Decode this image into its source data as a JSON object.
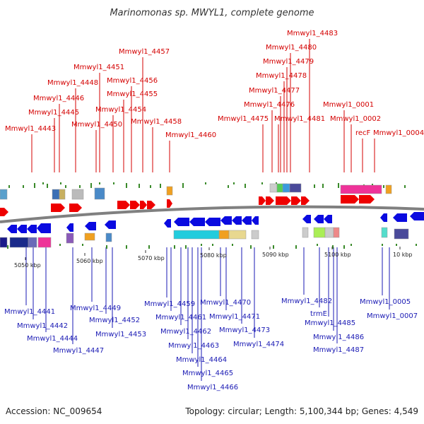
{
  "title": "Marinomonas sp. MWYL1, complete genome",
  "colors": {
    "label_top": "#d40000",
    "label_bottom": "#1a1ab4",
    "gene_forward": "#ee0000",
    "gene_reverse": "#0a0ae0",
    "backbone": "#808080",
    "gc_tick": "#3a8a2a"
  },
  "top_labels": [
    {
      "text": "Mmwyl1_4483"
    },
    {
      "text": "Mmwyl1_4480"
    },
    {
      "text": "Mmwyl1_4457"
    },
    {
      "text": "Mmwyl1_4479"
    },
    {
      "text": "Mmwyl1_4451"
    },
    {
      "text": "Mmwyl1_4478"
    },
    {
      "text": "Mmwyl1_4448"
    },
    {
      "text": "Mmwyl1_4456"
    },
    {
      "text": "Mmwyl1_4477"
    },
    {
      "text": "Mmwyl1_4446"
    },
    {
      "text": "Mmwyl1_4455"
    },
    {
      "text": "Mmwyl1_4476"
    },
    {
      "text": "Mmwyl1_0001"
    },
    {
      "text": "Mmwyl1_4445"
    },
    {
      "text": "Mmwyl1_4454"
    },
    {
      "text": "Mmwyl1_4475"
    },
    {
      "text": "Mmwyl1_4481"
    },
    {
      "text": "Mmwyl1_0002"
    },
    {
      "text": "Mmwyl1_4443"
    },
    {
      "text": "Mmwyl1_4450"
    },
    {
      "text": "Mmwyl1_4458"
    },
    {
      "text": "recF"
    },
    {
      "text": "Mmwyl1_0004"
    },
    {
      "text": "Mmwyl1_4460"
    }
  ],
  "scale_labels": [
    "5050 kbp",
    "5060 kbp",
    "5070 kbp",
    "5080 kbp",
    "5090 kbp",
    "5100 kbp",
    "10 kbp"
  ],
  "bottom_labels": [
    {
      "text": "Mmwyl1_4441"
    },
    {
      "text": "Mmwyl1_4442"
    },
    {
      "text": "Mmwyl1_4444"
    },
    {
      "text": "Mmwyl1_4447"
    },
    {
      "text": "Mmwyl1_4449"
    },
    {
      "text": "Mmwyl1_4452"
    },
    {
      "text": "Mmwyl1_4453"
    },
    {
      "text": "Mmwyl1_4459"
    },
    {
      "text": "Mmwyl1_4461"
    },
    {
      "text": "Mmwyl1_4462"
    },
    {
      "text": "Mmwyl1_4463"
    },
    {
      "text": "Mmwyl1_4464"
    },
    {
      "text": "Mmwyl1_4465"
    },
    {
      "text": "Mmwyl1_4466"
    },
    {
      "text": "Mmwyl1_4470"
    },
    {
      "text": "Mmwyl1_4471"
    },
    {
      "text": "Mmwyl1_4473"
    },
    {
      "text": "Mmwyl1_4474"
    },
    {
      "text": "Mmwyl1_4482"
    },
    {
      "text": "trmE"
    },
    {
      "text": "Mmwyl1_4485"
    },
    {
      "text": "Mmwyl1_4486"
    },
    {
      "text": "Mmwyl1_4487"
    },
    {
      "text": "Mmwyl1_0005"
    },
    {
      "text": "Mmwyl1_0007"
    }
  ],
  "footer": {
    "accession": "Accession: NC_009654",
    "topology": "Topology: circular; Length: 5,100,344 bp; Genes: 4,549"
  }
}
